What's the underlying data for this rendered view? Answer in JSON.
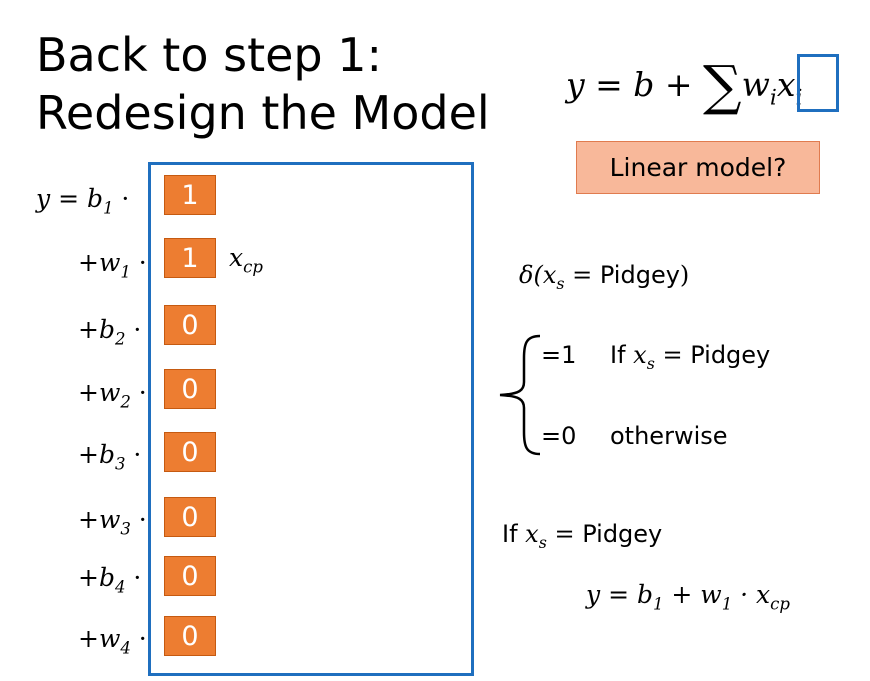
{
  "title": {
    "line1": "Back to step 1:",
    "line2": "Redesign the Model"
  },
  "formula": {
    "text": "y = b + ",
    "sigma": "∑",
    "w": "w",
    "w_sub": "i",
    "x": "x",
    "x_sub": "i"
  },
  "linear_model": "Linear model?",
  "rows": [
    {
      "op": "",
      "var": "y = b",
      "sub": "1",
      "dot": " ·"
    },
    {
      "op": "+",
      "var": "w",
      "sub": "1",
      "dot": " ·"
    },
    {
      "op": "+",
      "var": "b",
      "sub": "2",
      "dot": " ·"
    },
    {
      "op": "+",
      "var": "w",
      "sub": "2",
      "dot": " ·"
    },
    {
      "op": "+",
      "var": "b",
      "sub": "3",
      "dot": " ·"
    },
    {
      "op": "+",
      "var": "w",
      "sub": "3",
      "dot": " ·"
    },
    {
      "op": "+",
      "var": "b",
      "sub": "4",
      "dot": " ·"
    },
    {
      "op": "+",
      "var": "w",
      "sub": "4",
      "dot": " ·"
    }
  ],
  "cells": [
    "1",
    "1",
    "0",
    "0",
    "0",
    "0",
    "0",
    "0"
  ],
  "xcp": {
    "x": "x",
    "sub": "cp"
  },
  "delta": {
    "pre": "δ(",
    "x": "x",
    "sub": "s",
    "eq": " = ",
    "word": "Pidgey",
    "post": ")"
  },
  "cases": {
    "case1_val": "=1",
    "case1_if": "If ",
    "case1_x": "x",
    "case1_sub": "s",
    "case1_eq": " = ",
    "case1_word": "Pidgey",
    "case2_val": "=0",
    "case2_text": "otherwise"
  },
  "conclusion": {
    "if": "If ",
    "x": "x",
    "sub": "s",
    "eq": " = ",
    "word": "Pidgey",
    "eq_y": "y = b",
    "eq_b_sub": "1",
    "eq_plus": " + w",
    "eq_w_sub": "1",
    "eq_dot": " · x",
    "eq_x_sub": "cp"
  },
  "colors": {
    "blue": "#1f6fbf",
    "orange": "#ed7d31",
    "salmon": "#f8b89a"
  }
}
